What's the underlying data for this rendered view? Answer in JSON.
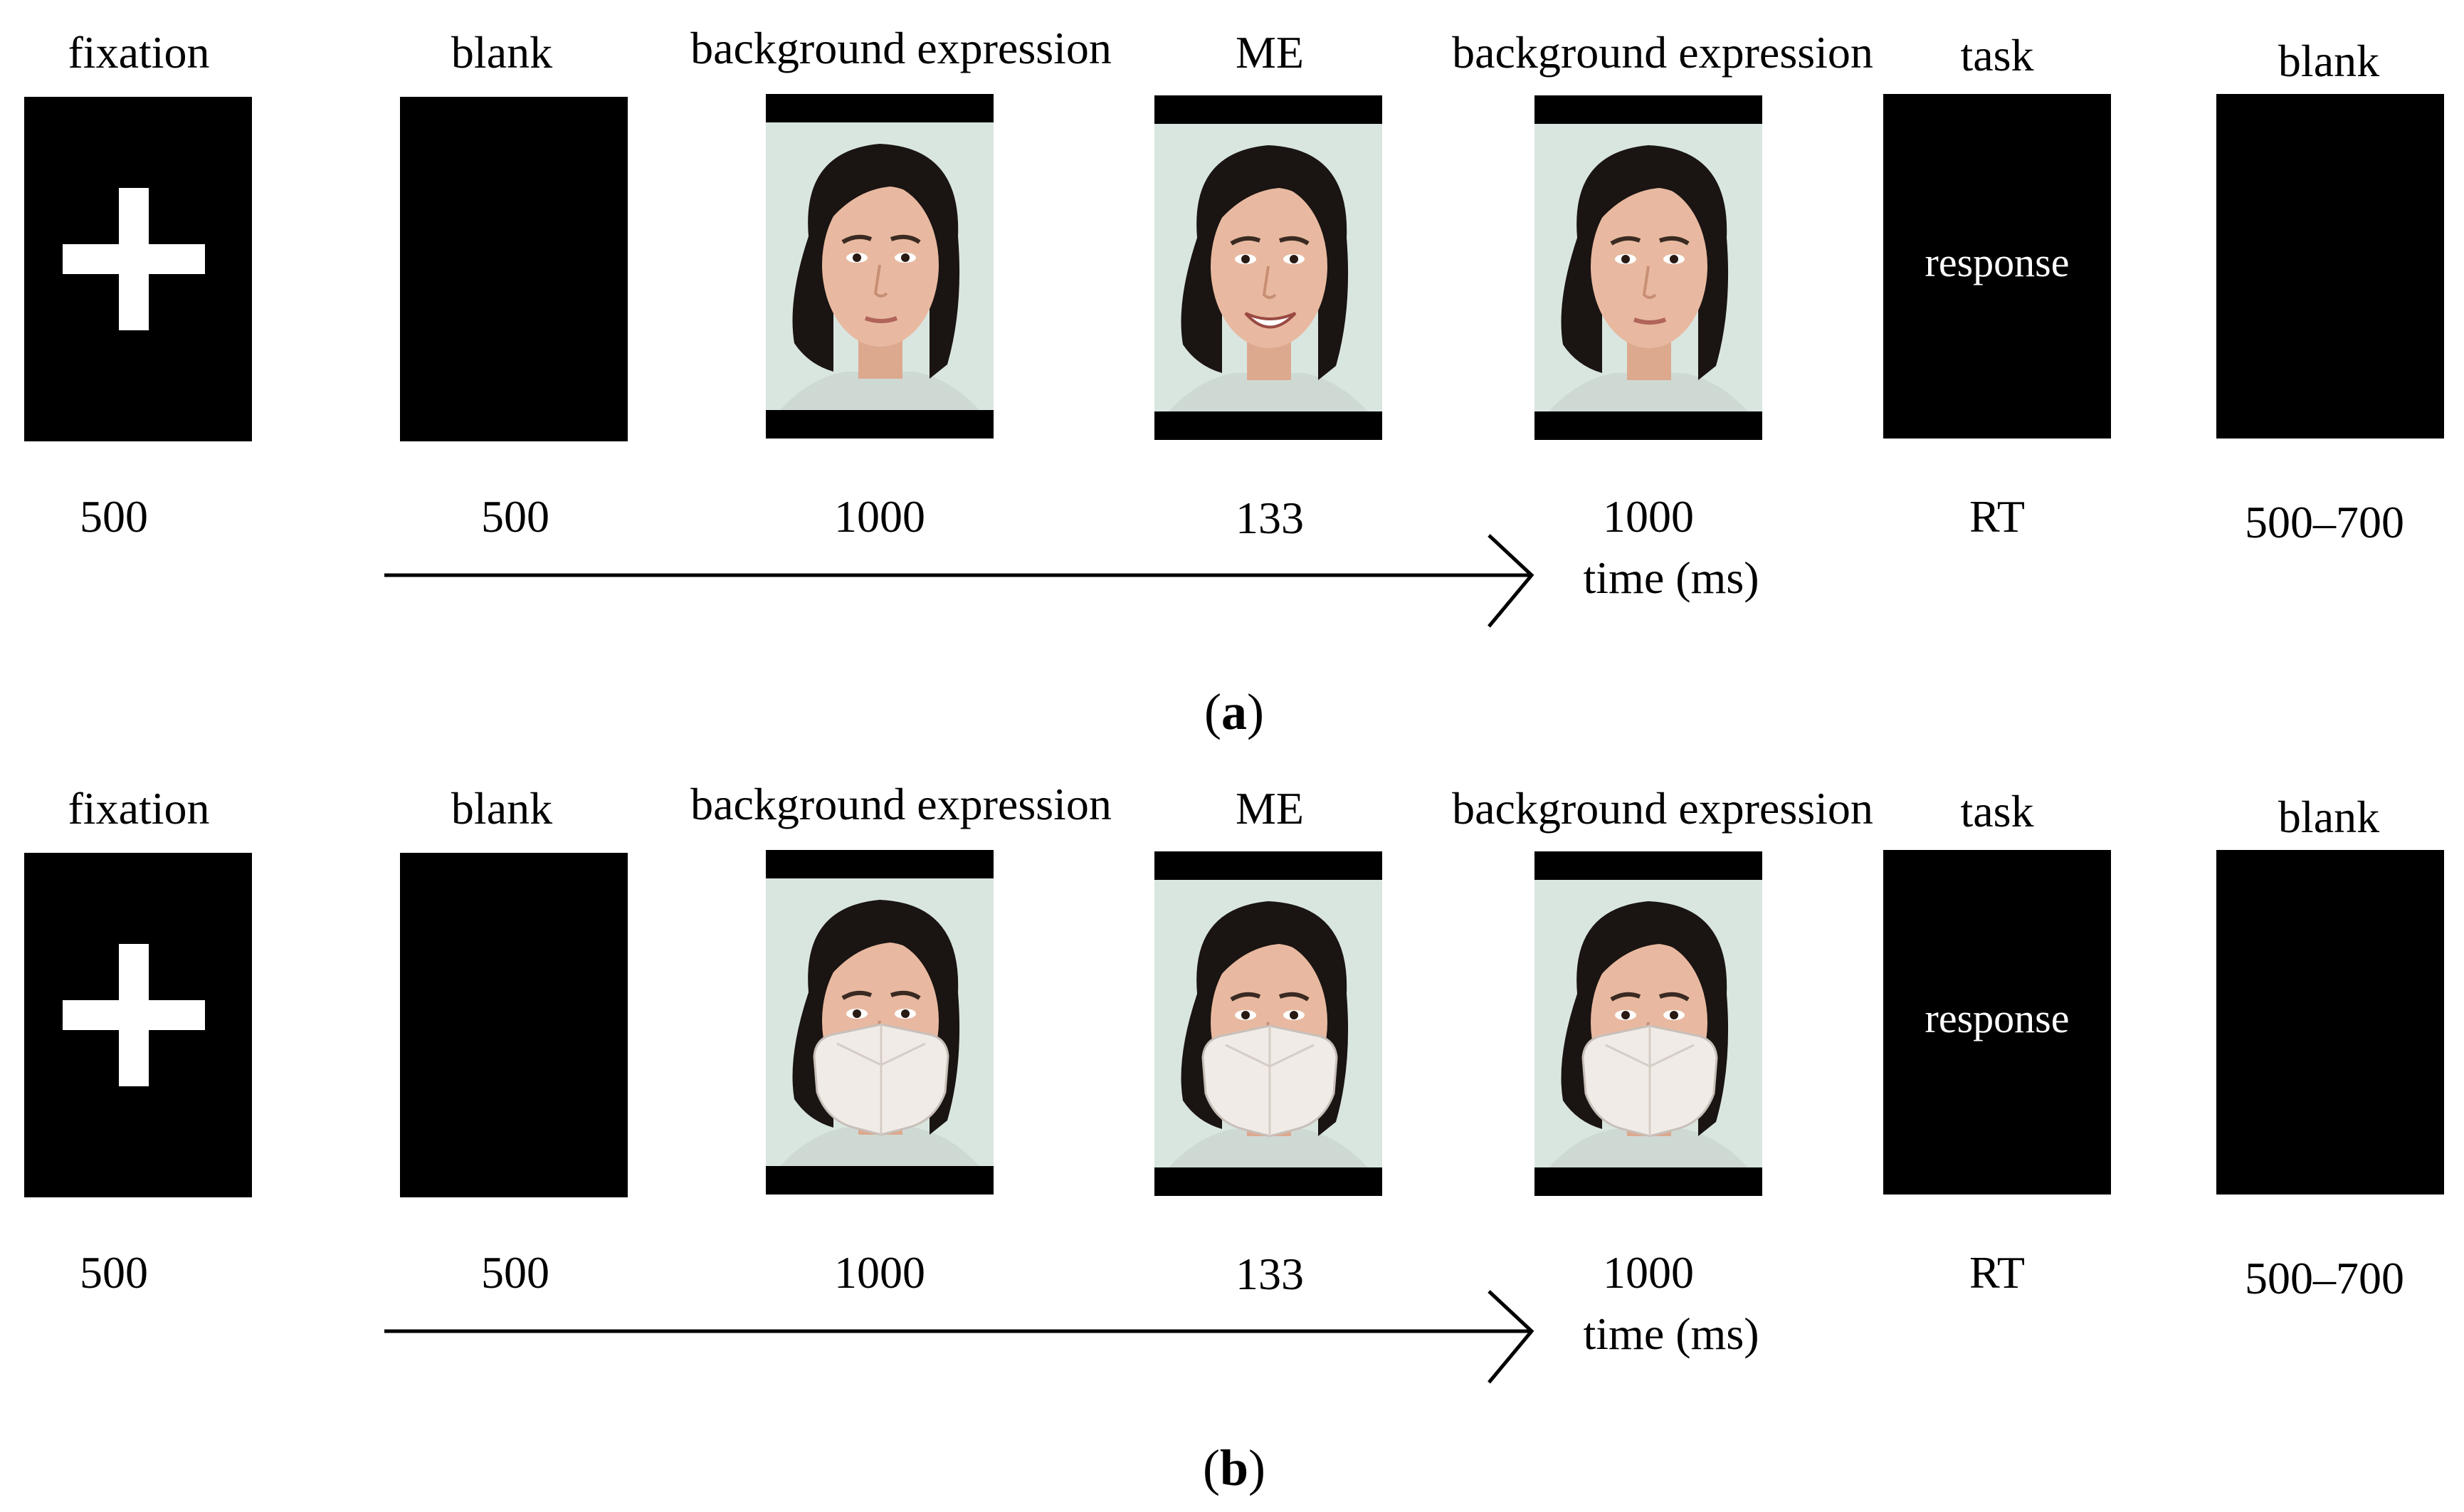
{
  "panels": [
    {
      "letter": "a",
      "stages": [
        {
          "title": "fixation",
          "duration": "500"
        },
        {
          "title": "blank",
          "duration": "500"
        },
        {
          "title": "background expression",
          "duration": "1000"
        },
        {
          "title": "ME",
          "duration": "133"
        },
        {
          "title": "background expression",
          "duration": "1000"
        },
        {
          "title": "task",
          "duration": "RT",
          "screen_text": "response"
        },
        {
          "title": "blank",
          "duration": "500–700"
        }
      ],
      "axis_label": "time (ms)",
      "masked": false
    },
    {
      "letter": "b",
      "stages": [
        {
          "title": "fixation",
          "duration": "500"
        },
        {
          "title": "blank",
          "duration": "500"
        },
        {
          "title": "background expression",
          "duration": "1000"
        },
        {
          "title": "ME",
          "duration": "133"
        },
        {
          "title": "background expression",
          "duration": "1000"
        },
        {
          "title": "task",
          "duration": "RT",
          "screen_text": "response"
        },
        {
          "title": "blank",
          "duration": "500–700"
        }
      ],
      "axis_label": "time (ms)",
      "masked": true
    }
  ],
  "colors": {
    "screen": "#000000",
    "stimulus_background": "#d9e6e0",
    "skin": "#e8b9a0",
    "hair": "#1a1412",
    "mask": "#f1ebe7"
  },
  "icons": [
    "fixation-cross-icon",
    "time-arrow-icon",
    "face-neutral-icon",
    "face-smiling-icon",
    "face-mask-icon"
  ]
}
